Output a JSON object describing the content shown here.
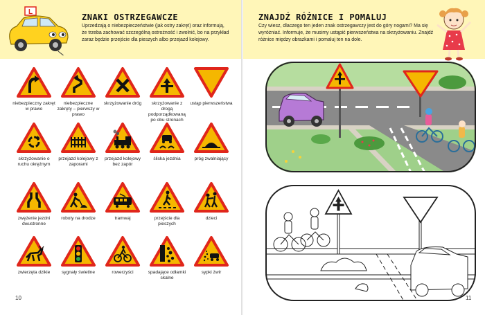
{
  "left_page": {
    "title": "ZNAKI OSTRZEGAWCZE",
    "intro": "Uprzedzają o niebezpieczeństwie (jak ostry zakręt) oraz informują, że trzeba zachować szczególną ostrożność i zwolnić, bo na przykład zaraz będzie przejście dla pieszych albo przejazd kolejowy.",
    "page_number": "10",
    "car_badge": "L",
    "signs": [
      {
        "label": "niebezpieczny zakręt w prawo",
        "icon": "curve-right-icon"
      },
      {
        "label": "niebezpieczne zakręty – pierwszy w prawo",
        "icon": "double-curve-icon"
      },
      {
        "label": "skrzyżowanie dróg",
        "icon": "crossroads-icon"
      },
      {
        "label": "skrzyżowanie z drogą podporządkowaną po obu stronach",
        "icon": "priority-crossroads-icon"
      },
      {
        "label": "ustąp pierwszeństwa",
        "icon": "yield-icon"
      },
      {
        "label": "skrzyżowanie o ruchu okrężnym",
        "icon": "roundabout-icon"
      },
      {
        "label": "przejazd kolejowy z zaporami",
        "icon": "barrier-crossing-icon"
      },
      {
        "label": "przejazd kolejowy bez zapór",
        "icon": "train-icon"
      },
      {
        "label": "śliska jezdnia",
        "icon": "slippery-road-icon"
      },
      {
        "label": "próg zwalniający",
        "icon": "speed-bump-icon"
      },
      {
        "label": "zwężenie jezdni dwustronne",
        "icon": "road-narrows-icon"
      },
      {
        "label": "roboty na drodze",
        "icon": "roadworks-icon"
      },
      {
        "label": "tramwaj",
        "icon": "tram-icon"
      },
      {
        "label": "przejście dla pieszych",
        "icon": "pedestrian-crossing-icon"
      },
      {
        "label": "dzieci",
        "icon": "children-icon"
      },
      {
        "label": "zwierzęta dzikie",
        "icon": "deer-icon"
      },
      {
        "label": "sygnały świetlne",
        "icon": "traffic-light-icon"
      },
      {
        "label": "rowerzyści",
        "icon": "cyclist-icon"
      },
      {
        "label": "spadające odłamki skalne",
        "icon": "falling-rocks-icon"
      },
      {
        "label": "sypki żwir",
        "icon": "loose-gravel-icon"
      }
    ]
  },
  "right_page": {
    "title": "ZNAJDŹ RÓŻNICE I POMALUJ",
    "intro": "Czy wiesz, dlaczego ten jeden znak ostrzegawczy jest do góry nogami? Ma się wyróżniać. Informuje, że musimy ustąpić pierwszeństwa na skrzyżowaniu. Znajdź różnice między obrazkami i pomaluj ten na dole.",
    "page_number": "11"
  },
  "colors": {
    "sign_fill": "#f5b700",
    "sign_border": "#e0261b",
    "band": "#fff6b8"
  }
}
